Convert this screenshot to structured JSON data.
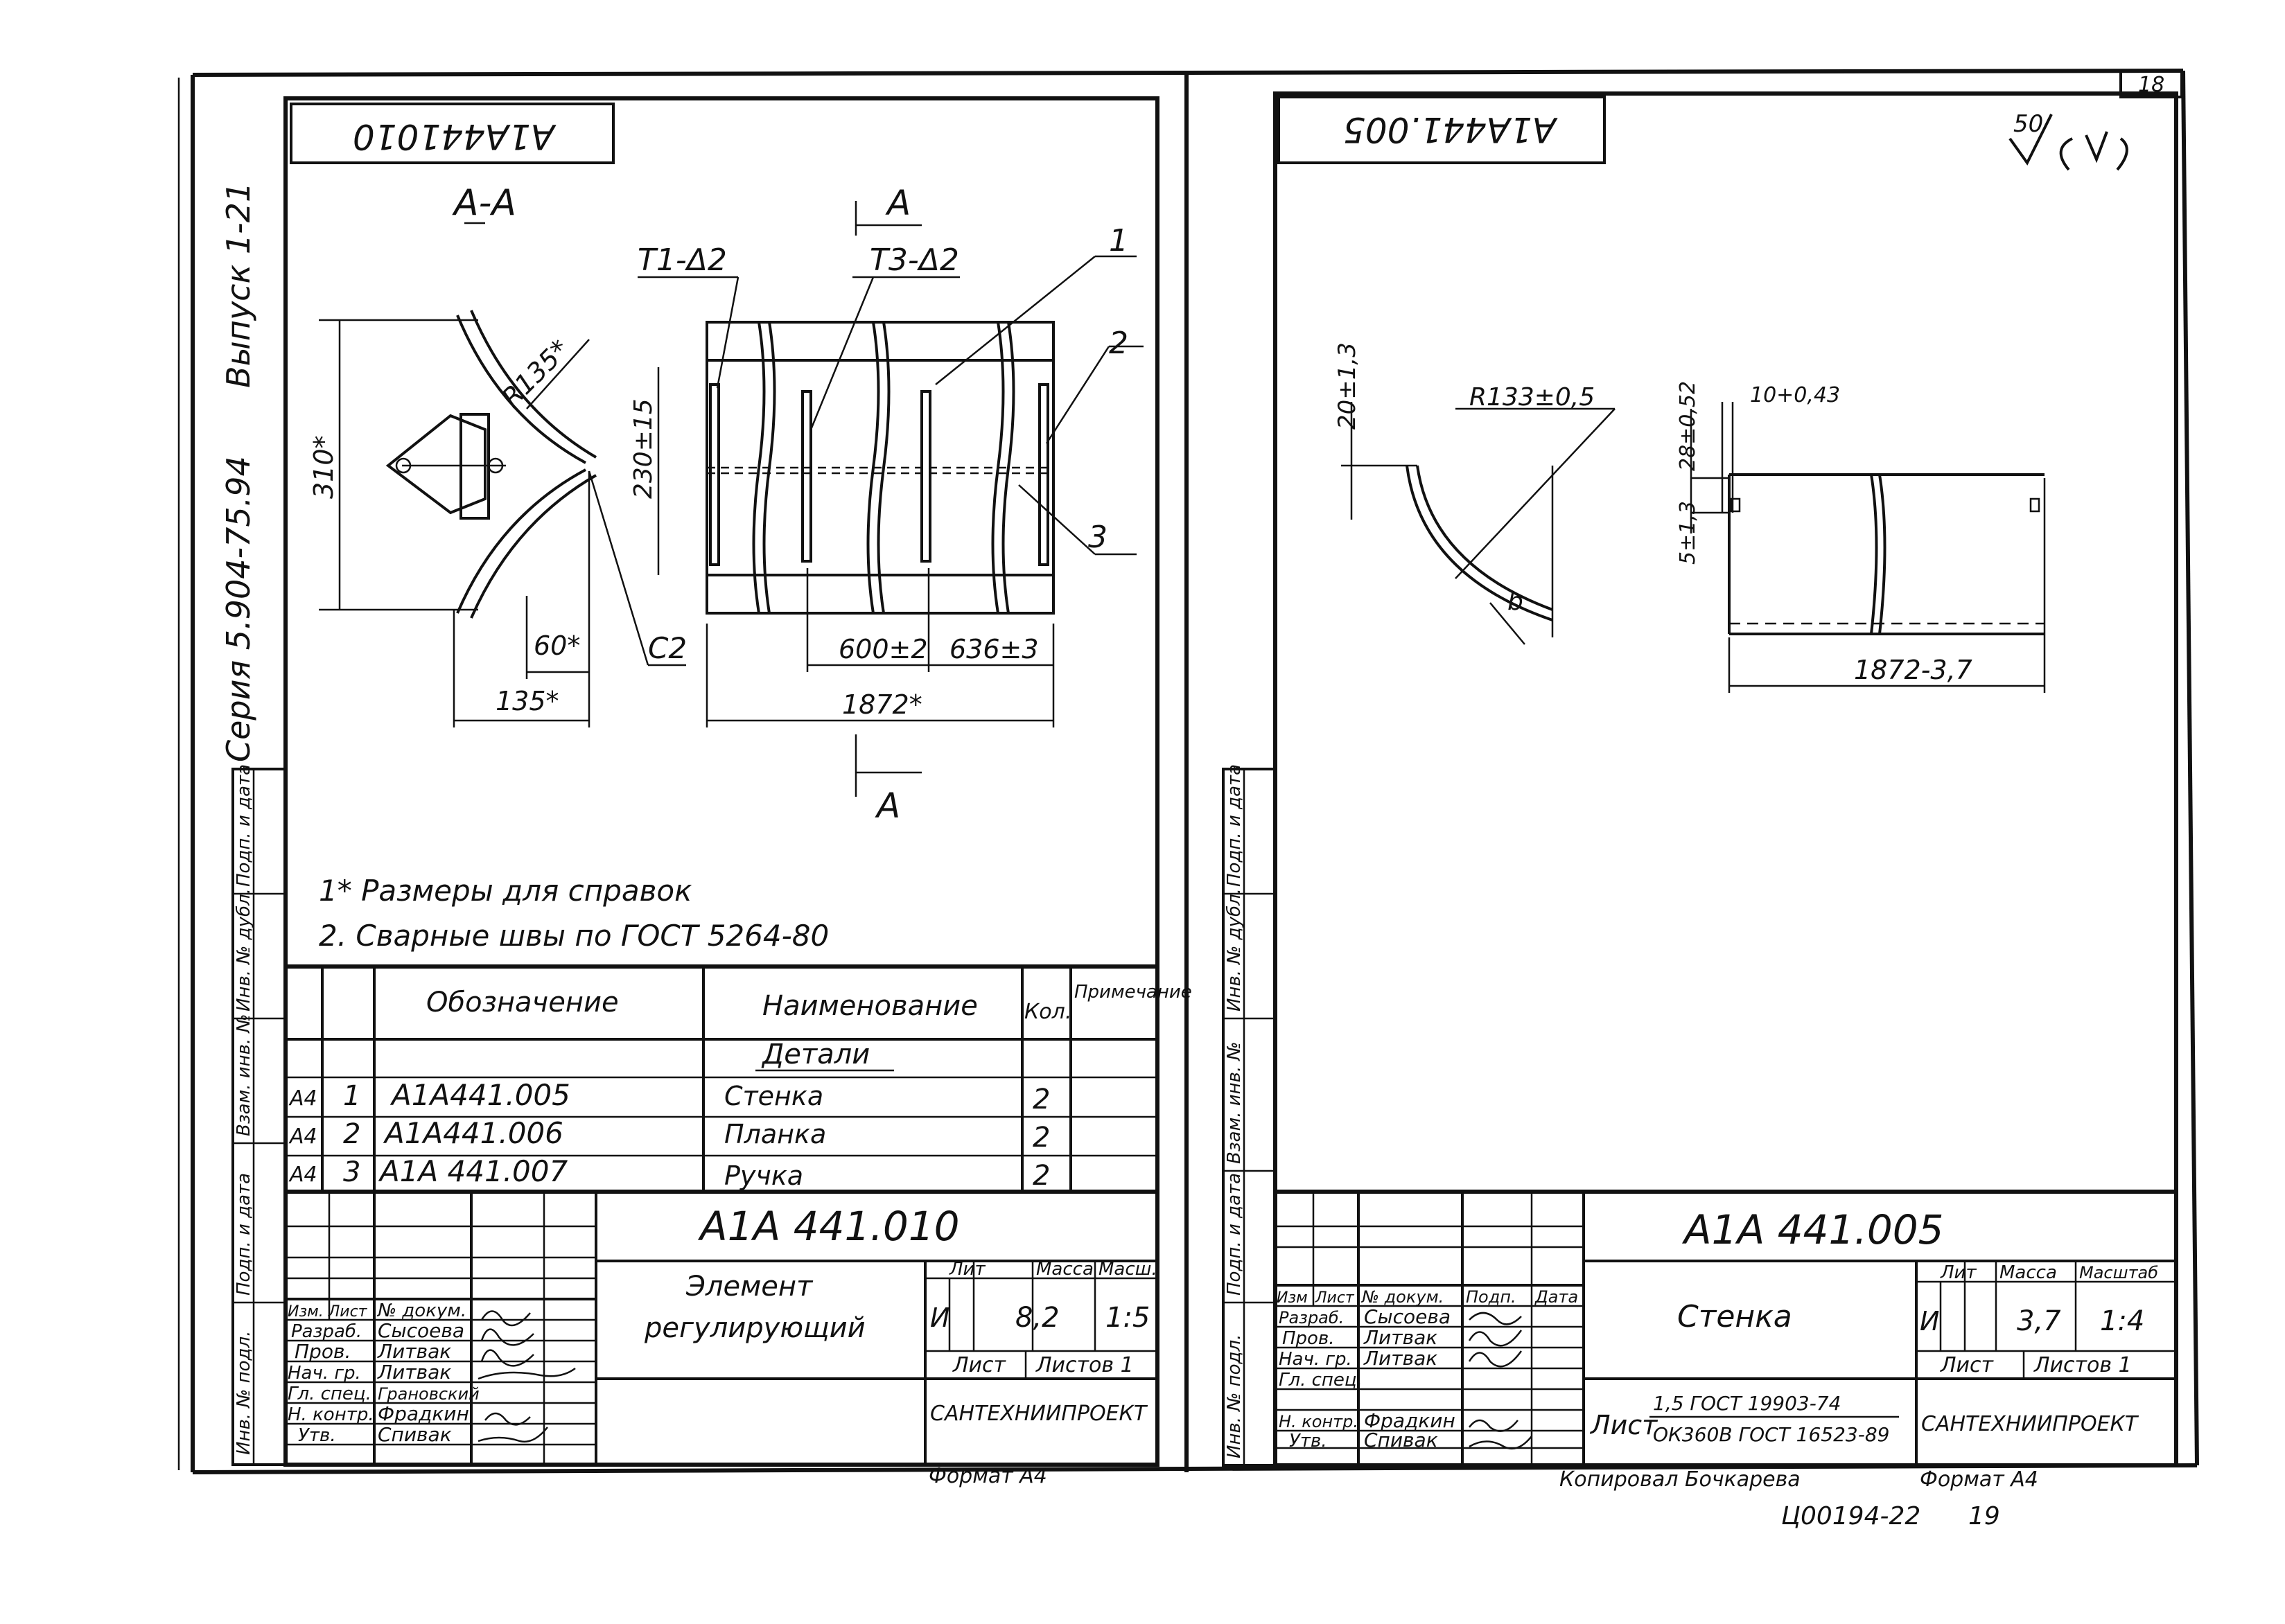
{
  "left_sheet": {
    "designation_flipped": "A1A441010",
    "series_text": "Серия 5.904-75.94",
    "issue_text": "Выпуск 1-21",
    "section_label": "А-А",
    "cut_label": "А",
    "dims": {
      "r135": "R135*",
      "d310": "310*",
      "d60": "60*",
      "d135": "135*",
      "c2": "C2",
      "d230": "230±15",
      "d600": "600±2",
      "d636": "636±3",
      "d1872": "1872*",
      "weld1": "T1-Δ2",
      "weld2": "T3-Δ2",
      "pos1": "1",
      "pos2": "2",
      "pos3": "3"
    },
    "notes": [
      "1* Размеры для справок",
      "2. Сварные швы по ГОСТ 5264-80"
    ],
    "side_stamp": [
      "Подп. и дата",
      "Инв. № дубл.",
      "Взам. инв. №",
      "Подп. и дата",
      "Инв. № подл."
    ],
    "spec": {
      "headers": {
        "designation": "Обозначение",
        "name": "Наименование",
        "qty": "Кол.",
        "note": "Примечание"
      },
      "section": "Детали",
      "rows": [
        {
          "format": "А4",
          "pos": "1",
          "designation": "А1А441.005",
          "name": "Стенка",
          "qty": "2"
        },
        {
          "format": "А4",
          "pos": "2",
          "designation": "А1А441.006",
          "name": "Планка",
          "qty": "2"
        },
        {
          "format": "А4",
          "pos": "3",
          "designation": "А1А 441.007",
          "name": "Ручка",
          "qty": "2"
        }
      ]
    },
    "title_block": {
      "doc_number": "А1А 441.010",
      "title_line1": "Элемент",
      "title_line2": "регулирующий",
      "lit_label": "Лит",
      "mass_label": "Масса",
      "scale_label": "Масш.",
      "lit": "И",
      "mass": "8,2",
      "scale": "1:5",
      "sheet_label": "Лист",
      "sheets_label": "Листов 1",
      "org": "САНТЕХНИИПРОЕКТ",
      "format": "Формат А4",
      "roles": [
        {
          "role": "Изм. Лист",
          "name": "№ докум."
        },
        {
          "role": "Разраб.",
          "name": "Сысоева"
        },
        {
          "role": "Пров.",
          "name": "Литвак"
        },
        {
          "role": "Нач. гр.",
          "name": "Литвак"
        },
        {
          "role": "Гл. спец.",
          "name": "Грановский"
        },
        {
          "role": "Н. контр.",
          "name": "Фрадкин"
        },
        {
          "role": "Утв.",
          "name": "Спивак"
        }
      ]
    }
  },
  "right_sheet": {
    "sheet_number": "18",
    "designation_flipped": "А1А441.005",
    "roughness": "50",
    "dims": {
      "d20": "20±1,3",
      "r133": "R133±0,5",
      "d28": "28±0,52",
      "d10": "10+0,43",
      "d5": "5±1,3",
      "d1872": "1872-3,7",
      "b": "b"
    },
    "side_stamp": [
      "Подп. и дата",
      "Инв. № дубл.",
      "Взам. инв. №",
      "Подп. и дата",
      "Инв. № подл."
    ],
    "title_block": {
      "doc_number": "А1А 441.005",
      "title": "Стенка",
      "lit_label": "Лит",
      "mass_label": "Масса",
      "scale_label": "Масштаб",
      "lit": "И",
      "mass": "3,7",
      "scale": "1:4",
      "sheet_label": "Лист",
      "sheets_label": "Листов 1",
      "material_label": "Лист",
      "material_top": "1,5 ГОСТ 19903-74",
      "material_bottom": "ОК360В ГОСТ 16523-89",
      "org": "САНТЕХНИИПРОЕКТ",
      "header": [
        "Изм",
        "Лист",
        "№ докум.",
        "Подп.",
        "Дата"
      ],
      "roles": [
        {
          "role": "Разраб.",
          "name": "Сысоева"
        },
        {
          "role": "Пров.",
          "name": "Литвак"
        },
        {
          "role": "Нач. гр.",
          "name": "Литвак"
        },
        {
          "role": "Гл. спец.",
          "name": ""
        },
        {
          "role": "Н. контр.",
          "name": "Фрадкин"
        },
        {
          "role": "Утв.",
          "name": "Спивак"
        }
      ]
    },
    "footer_copy": "Копировал Бочкарева",
    "footer_format": "Формат А4",
    "footer_code": "Ц00194-22",
    "footer_page": "19"
  }
}
